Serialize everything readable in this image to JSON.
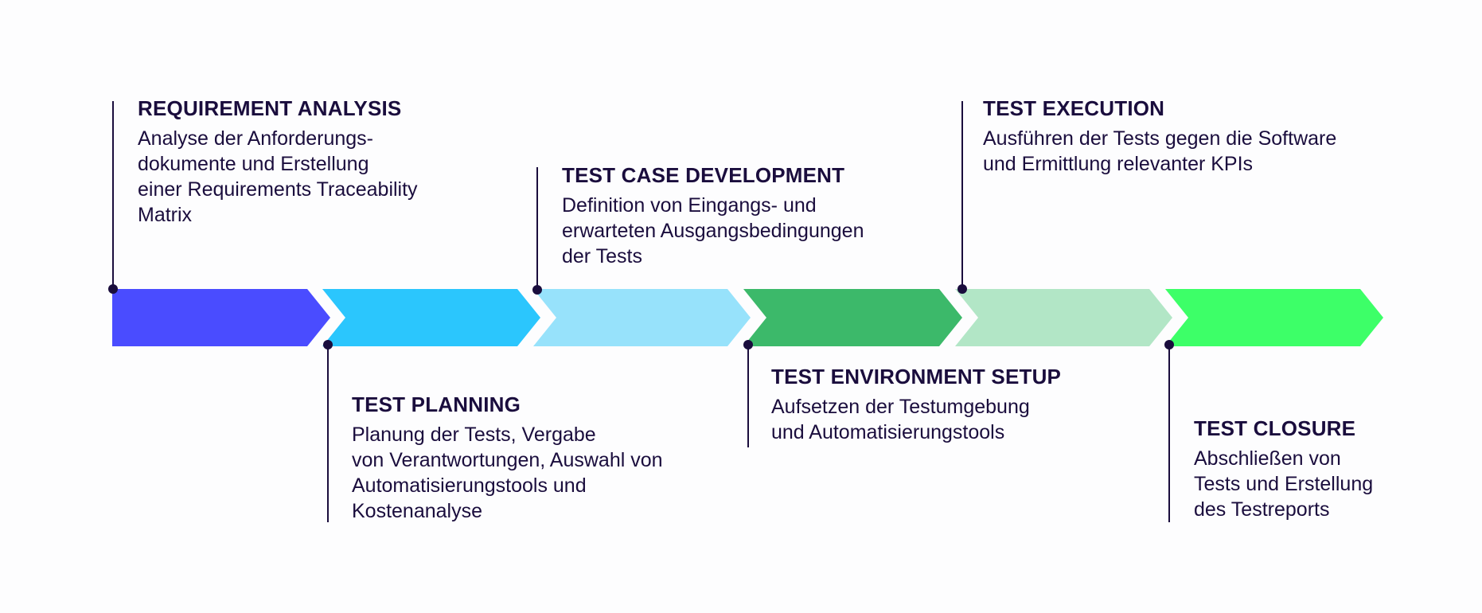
{
  "phases": [
    {
      "title": "REQUIREMENT ANALYSIS",
      "description": "Analyse der Anforderungs-\ndokumente und Erstellung\neiner Requirements Traceability\nMatrix",
      "color": "#4a4cff",
      "position": "top"
    },
    {
      "title": "TEST PLANNING",
      "description": "Planung der Tests, Vergabe\nvon Verantwortungen, Auswahl von\nAutomatisierungstools und\nKostenanalyse",
      "color": "#2bc6fd",
      "position": "bottom"
    },
    {
      "title": "TEST CASE DEVELOPMENT",
      "description": "Definition von Eingangs- und\nerwarteten Ausgangsbedingungen\nder Tests",
      "color": "#97e2fb",
      "position": "top"
    },
    {
      "title": "TEST ENVIRONMENT SETUP",
      "description": "Aufsetzen der Testumgebung\nund Automatisierungstools",
      "color": "#3cb96a",
      "position": "bottom"
    },
    {
      "title": "TEST EXECUTION",
      "description": "Ausführen der Tests gegen die Software\nund Ermittlung relevanter KPIs",
      "color": "#b2e6c6",
      "position": "top"
    },
    {
      "title": "TEST CLOSURE",
      "description": "Abschließen von\nTests und Erstellung\ndes Testreports",
      "color": "#3dff68",
      "position": "bottom"
    }
  ],
  "colors": {
    "text": "#1a0d3d",
    "connector": "#1a0d3d",
    "background": "#fdfdfe"
  }
}
